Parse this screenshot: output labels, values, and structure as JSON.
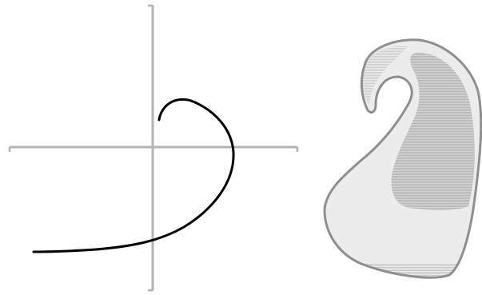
{
  "figure": {
    "left_panel": {
      "axes": "cross",
      "curve": "hand-drawn-spiral-stroke"
    },
    "right_panel": {
      "shape": "hook-shaped-blob",
      "fill": "light-gray-with-hatched-shading"
    },
    "colors": {
      "axis": "#b3b3b3",
      "curve": "#000000",
      "blob_outline": "#8f8f8f",
      "blob_fill": "#ececec",
      "blob_shade": "#c4c4c4"
    }
  }
}
